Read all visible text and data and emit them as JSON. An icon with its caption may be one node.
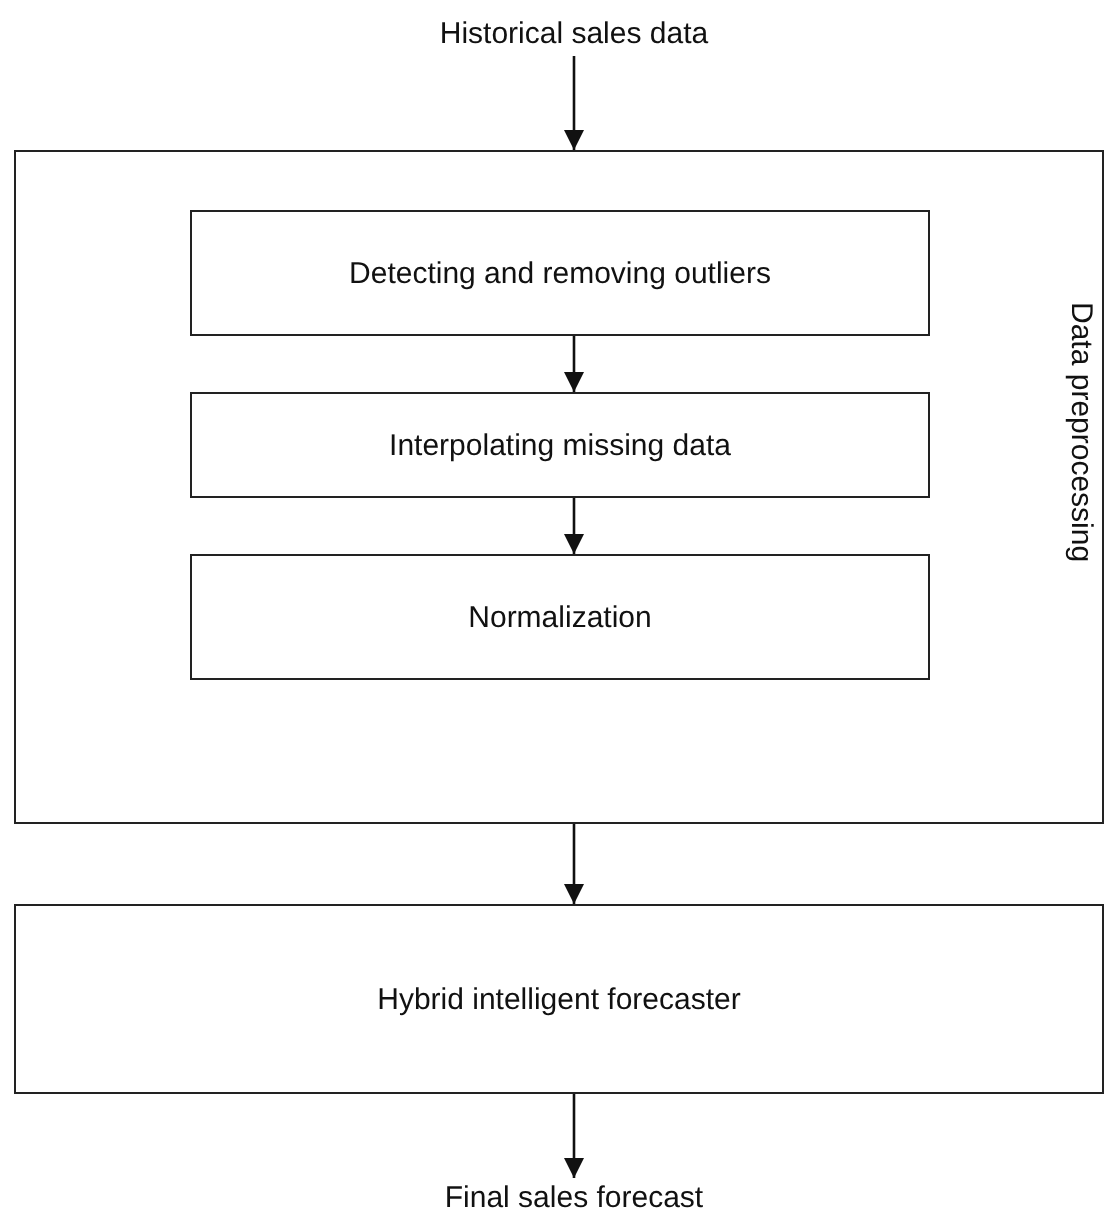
{
  "diagram": {
    "nodes": [
      {
        "text": [
          "Historical sales data"
        ]
      },
      {
        "text": [
          "Data preprocessing"
        ]
      },
      {
        "text": [
          "Detecting and removing outliers"
        ],
        "in": 1
      },
      {
        "text": [
          "Interpolating missing data"
        ],
        "in": 1
      },
      {
        "text": [
          "Normalization"
        ],
        "in": 1
      },
      {
        "text": [
          "Hybrid intelligent forecaster"
        ]
      },
      {
        "text": [
          "Final sales forecast"
        ]
      }
    ],
    "edges": [
      {
        "from": 0,
        "to": 1,
        "arrow": "to"
      },
      {
        "from": 2,
        "to": 3,
        "arrow": "to"
      },
      {
        "from": 3,
        "to": 4,
        "arrow": "to"
      },
      {
        "from": 1,
        "to": 5,
        "arrow": "to"
      },
      {
        "from": 5,
        "to": 6,
        "arrow": "to"
      }
    ]
  }
}
